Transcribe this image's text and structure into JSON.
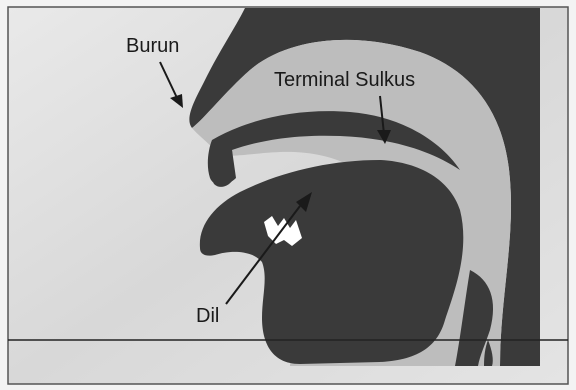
{
  "diagram": {
    "labels": {
      "nose": "Burun",
      "sulcus": "Terminal Sulkus",
      "tongue": "Dil"
    },
    "colors": {
      "paper": "#f3f3f3",
      "panel_light": "#dcdcdc",
      "cavity_gray": "#b9b9b9",
      "tissue_dark": "#3a3a3a",
      "ink": "#1a1a1a",
      "tooth_white": "#ffffff"
    }
  }
}
